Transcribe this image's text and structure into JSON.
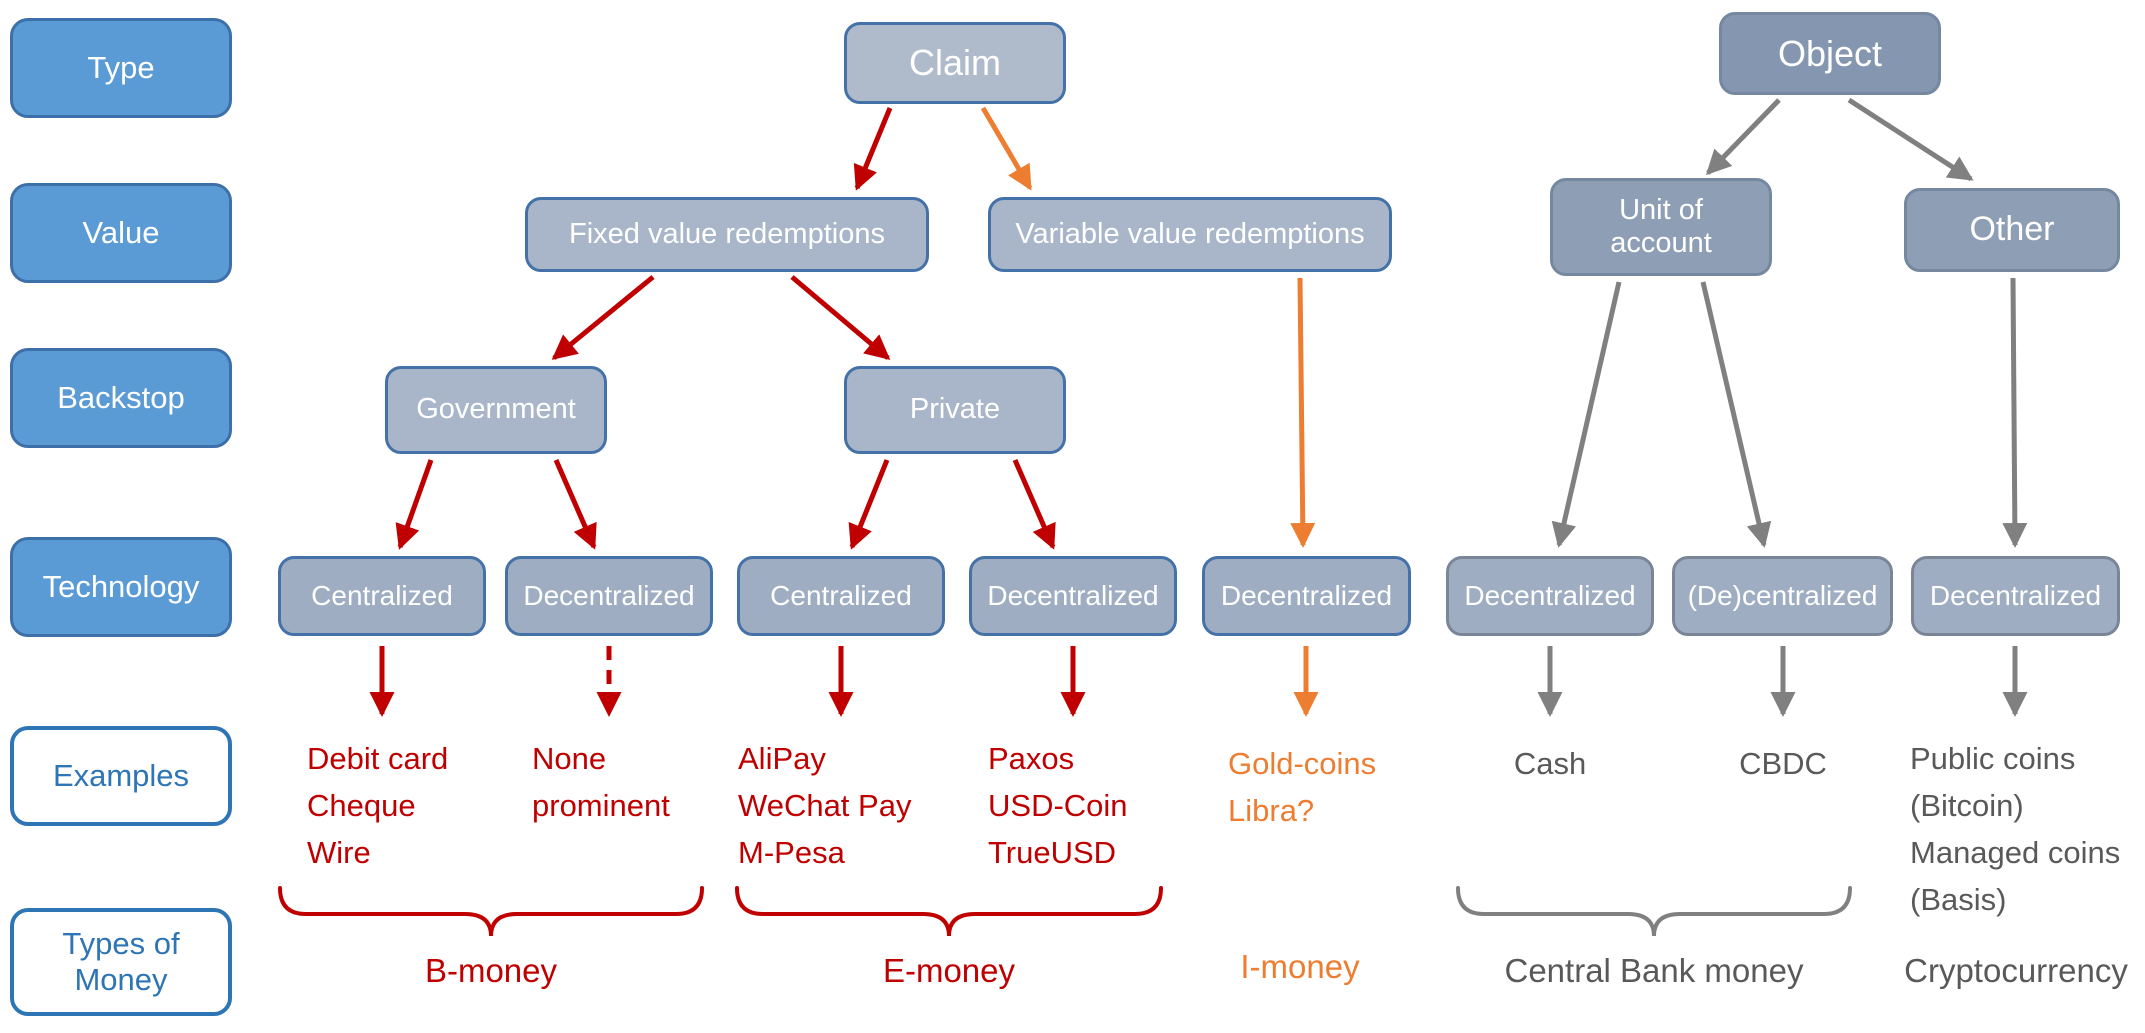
{
  "rows": [
    {
      "label": "Type"
    },
    {
      "label": "Value"
    },
    {
      "label": "Backstop"
    },
    {
      "label": "Technology"
    },
    {
      "label": "Examples"
    },
    {
      "label": "Types of Money"
    }
  ],
  "tree": {
    "claim": "Claim",
    "object": "Object",
    "fixed_value": "Fixed value redemptions",
    "variable_value": "Variable value redemptions",
    "unit_of_account": "Unit of account",
    "other": "Other",
    "government": "Government",
    "private": "Private",
    "tech": [
      "Centralized",
      "Decentralized",
      "Centralized",
      "Decentralized",
      "Decentralized",
      "Decentralized",
      "(De)centralized",
      "Decentralized"
    ]
  },
  "examples": [
    {
      "lines": [
        "Debit card",
        "Cheque",
        "Wire"
      ],
      "color": "red"
    },
    {
      "lines": [
        "None",
        "prominent"
      ],
      "color": "red"
    },
    {
      "lines": [
        "AliPay",
        "WeChat Pay",
        "M-Pesa"
      ],
      "color": "red"
    },
    {
      "lines": [
        "Paxos",
        "USD-Coin",
        "TrueUSD"
      ],
      "color": "red"
    },
    {
      "lines": [
        "Gold-coins",
        "Libra?"
      ],
      "color": "orange"
    },
    {
      "lines": [
        "Cash"
      ],
      "color": "gray"
    },
    {
      "lines": [
        "CBDC"
      ],
      "color": "gray"
    },
    {
      "lines": [
        "Public coins",
        "(Bitcoin)",
        "Managed coins",
        "(Basis)"
      ],
      "color": "gray"
    }
  ],
  "money_types": [
    "B-money",
    "E-money",
    "I-money",
    "Central Bank money",
    "Cryptocurrency"
  ],
  "colors": {
    "claim_branch": "#C00000",
    "i_money_branch": "#ED7D31",
    "object_branch": "#808080",
    "label_blue": "#5B9BD5",
    "outline_blue": "#2E75B6",
    "gray_text": "#595959"
  }
}
